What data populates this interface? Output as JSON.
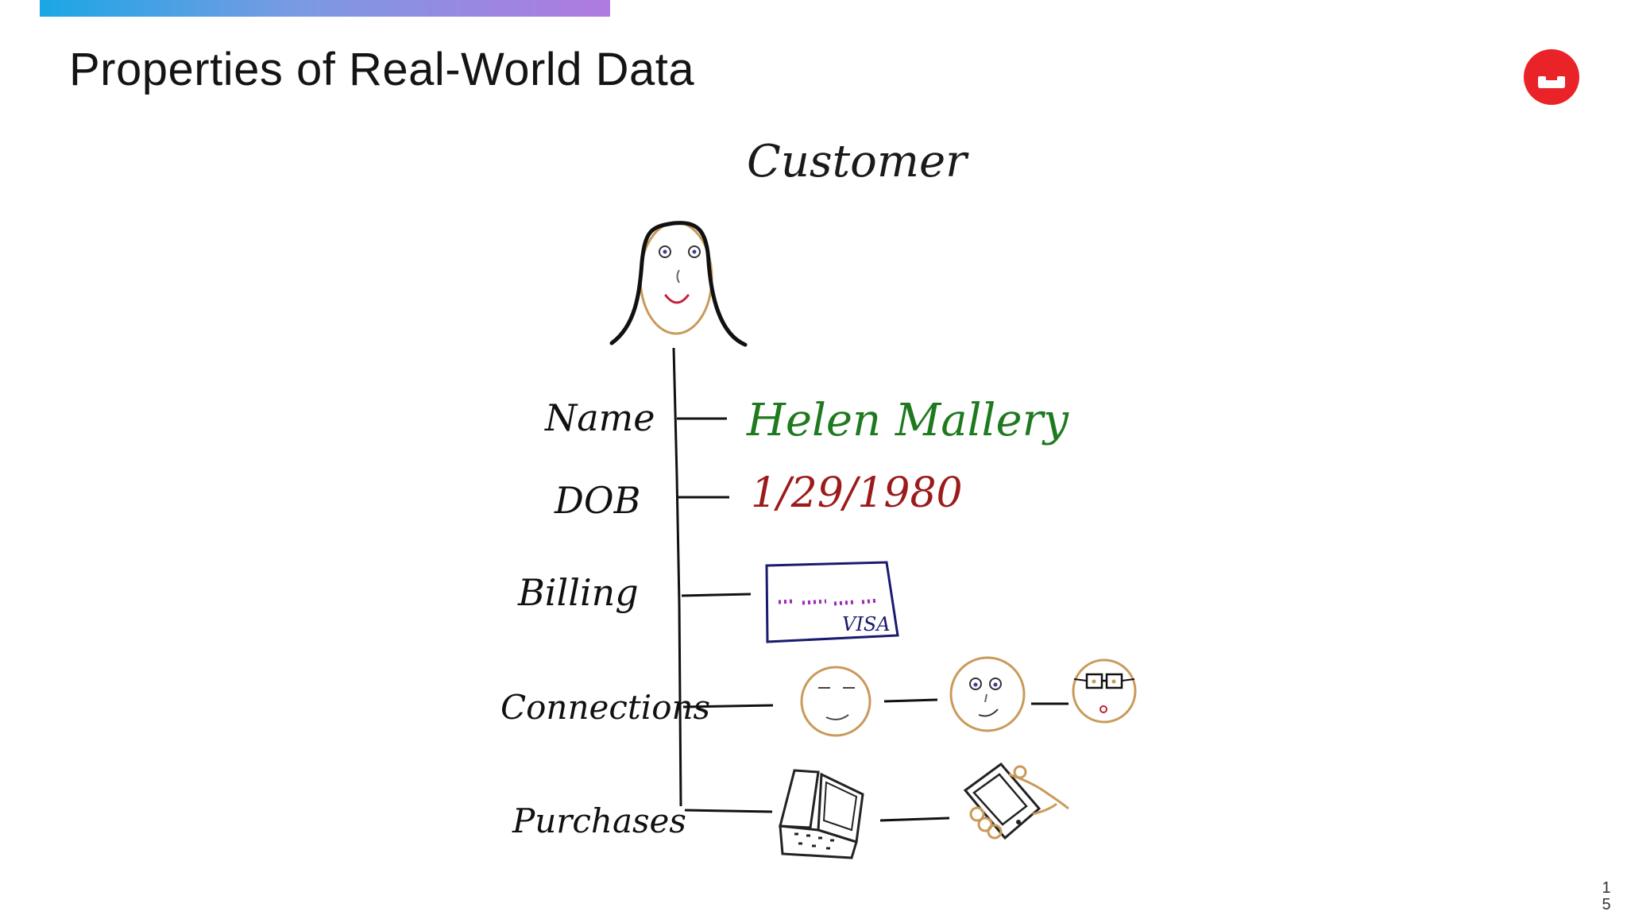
{
  "slide": {
    "title": "Properties of Real-World Data",
    "page_number": "15",
    "accent_gradient": [
      "#1aa7e4",
      "#b07ae0"
    ],
    "logo": {
      "icon": "couchbase-logo-icon",
      "color": "#ea2328"
    }
  },
  "diagram": {
    "heading": "Customer",
    "properties": [
      {
        "label": "Name",
        "value": "Helen Mallery",
        "value_color": "#1f7a1f"
      },
      {
        "label": "DOB",
        "value": "1/29/1980",
        "value_color": "#9b1b1b"
      },
      {
        "label": "Billing",
        "card_brand": "VISA",
        "icon": "credit-card-icon"
      },
      {
        "label": "Connections",
        "icons": [
          "friend-face-icon",
          "friend-face-icon",
          "friend-glasses-face-icon"
        ]
      },
      {
        "label": "Purchases",
        "icons": [
          "laptop-icon",
          "phone-icon"
        ]
      }
    ]
  }
}
